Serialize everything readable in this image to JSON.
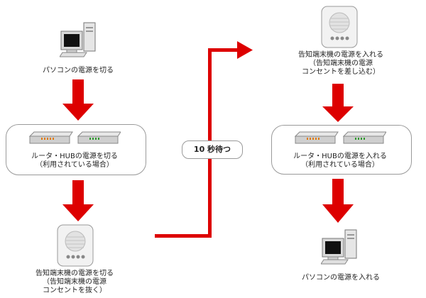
{
  "left_column": {
    "pc_off_label": "パソコンの電源を切る",
    "router_off_line1": "ルータ・HUBの電源を切る",
    "router_off_line2": "（利用されている場合）",
    "terminal_off_line1": "告知端末機の電源を切る",
    "terminal_off_line2": "（告知端末機の電源",
    "terminal_off_line3": "コンセントを抜く）"
  },
  "wait_label": "10 秒待つ",
  "right_column": {
    "terminal_on_line1": "告知端末機の電源を入れる",
    "terminal_on_line2": "（告知端末機の電源",
    "terminal_on_line3": "コンセントを差し込む）",
    "router_on_line1": "ルータ・HUBの電源を入れる",
    "router_on_line2": "（利用されている場合）",
    "pc_on_label": "パソコンの電源を入れる"
  },
  "colors": {
    "arrow": "#dd0000",
    "box_border": "#9a9a9a"
  },
  "icons": [
    "desktop-pc-icon",
    "router-icon",
    "hub-icon",
    "notification-terminal-icon"
  ]
}
